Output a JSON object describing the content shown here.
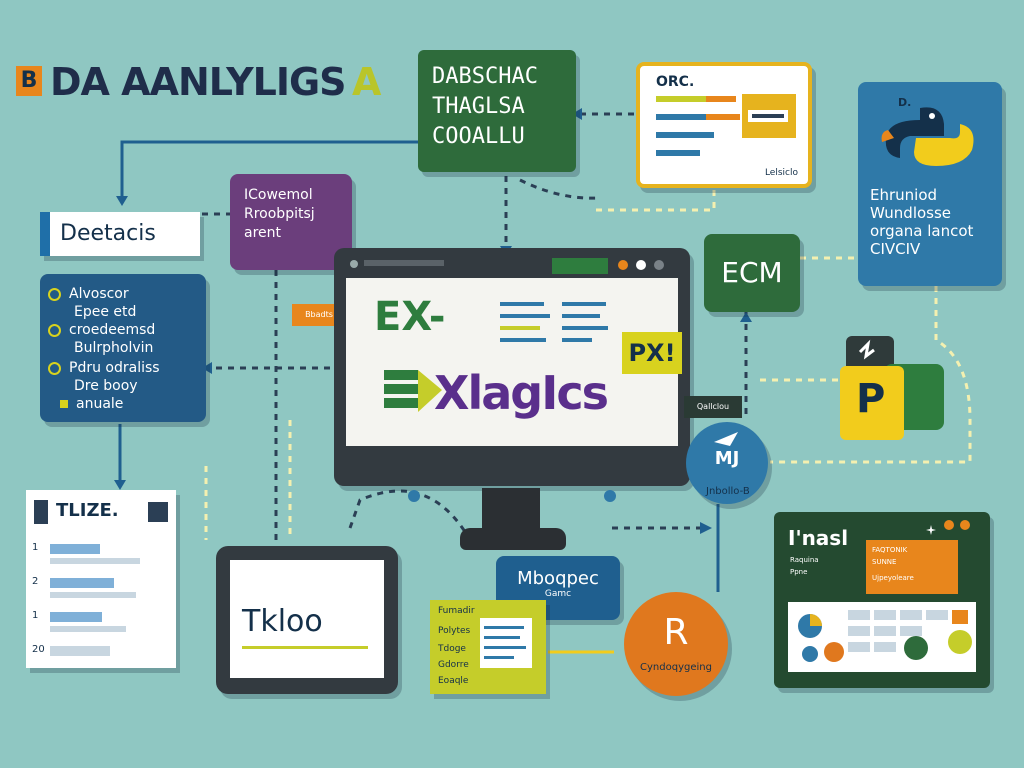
{
  "title": {
    "badge": "B",
    "text": "DA AANLYLIGS",
    "suffix": "A"
  },
  "top_green": {
    "text": "DABSCHAC\nTHAGLSA\nCOOALLU"
  },
  "orc_chart": {
    "label": "ORC.",
    "footer": "Lelsiclo"
  },
  "python_card": {
    "tag": "D.",
    "text": "Ehruniod\nWundlosse\norgana lancot\nCIVCIV"
  },
  "details": {
    "label": "Deetacis"
  },
  "purple_card": {
    "text": "ICowemol\nRroobpitsj\narent"
  },
  "blue_list": {
    "items": [
      {
        "text": "Alvoscor",
        "marker": "circle"
      },
      {
        "text": "Epee etd",
        "marker": "none"
      },
      {
        "text": "croedeemsd",
        "marker": "circle"
      },
      {
        "text": "Bulrpholvin",
        "marker": "none"
      },
      {
        "text": "Pdru odraliss",
        "marker": "circle"
      },
      {
        "text": "Dre booy",
        "marker": "none"
      },
      {
        "text": "anuale",
        "marker": "square"
      }
    ]
  },
  "monitor": {
    "big_left": "EX-",
    "wordmark": "XlagIcs",
    "badge": "PX!"
  },
  "ecm_card": {
    "text": "ECM"
  },
  "m_circle": {
    "text": "MJ",
    "caption": "Jnbollo-B"
  },
  "tlize_doc": {
    "title": "TLIZE.",
    "rows": [
      "1",
      "2",
      "1",
      "20"
    ]
  },
  "tablet": {
    "text": "Tkloo"
  },
  "middle_blue": {
    "text": "Mboqpec",
    "sub": "Gamc"
  },
  "yellow_doc": {
    "lines": [
      "Fumadir",
      "Polytes",
      "Tdoge",
      "Gdorre",
      "Eoaqle"
    ]
  },
  "r_circle": {
    "text": "R",
    "caption": "Cyndoqygeing"
  },
  "dashboard": {
    "title": "I'nasl",
    "lines": [
      "FAQTONIK",
      "SUNNE",
      "Raquina",
      "Ppne",
      "Ujpeyoleare"
    ]
  },
  "p_logo": {
    "text": "P"
  },
  "small_tag": {
    "text": "Bbadts"
  },
  "small_dark_tag": {
    "text": "Qallclou"
  },
  "colors": {
    "background": "#8fc7c2",
    "green": "#2e6b3b",
    "blue": "#235a86",
    "purple": "#6b3e7c",
    "orange": "#e0781e",
    "yellow": "#e6b31e",
    "lime": "#c5cd2a"
  }
}
